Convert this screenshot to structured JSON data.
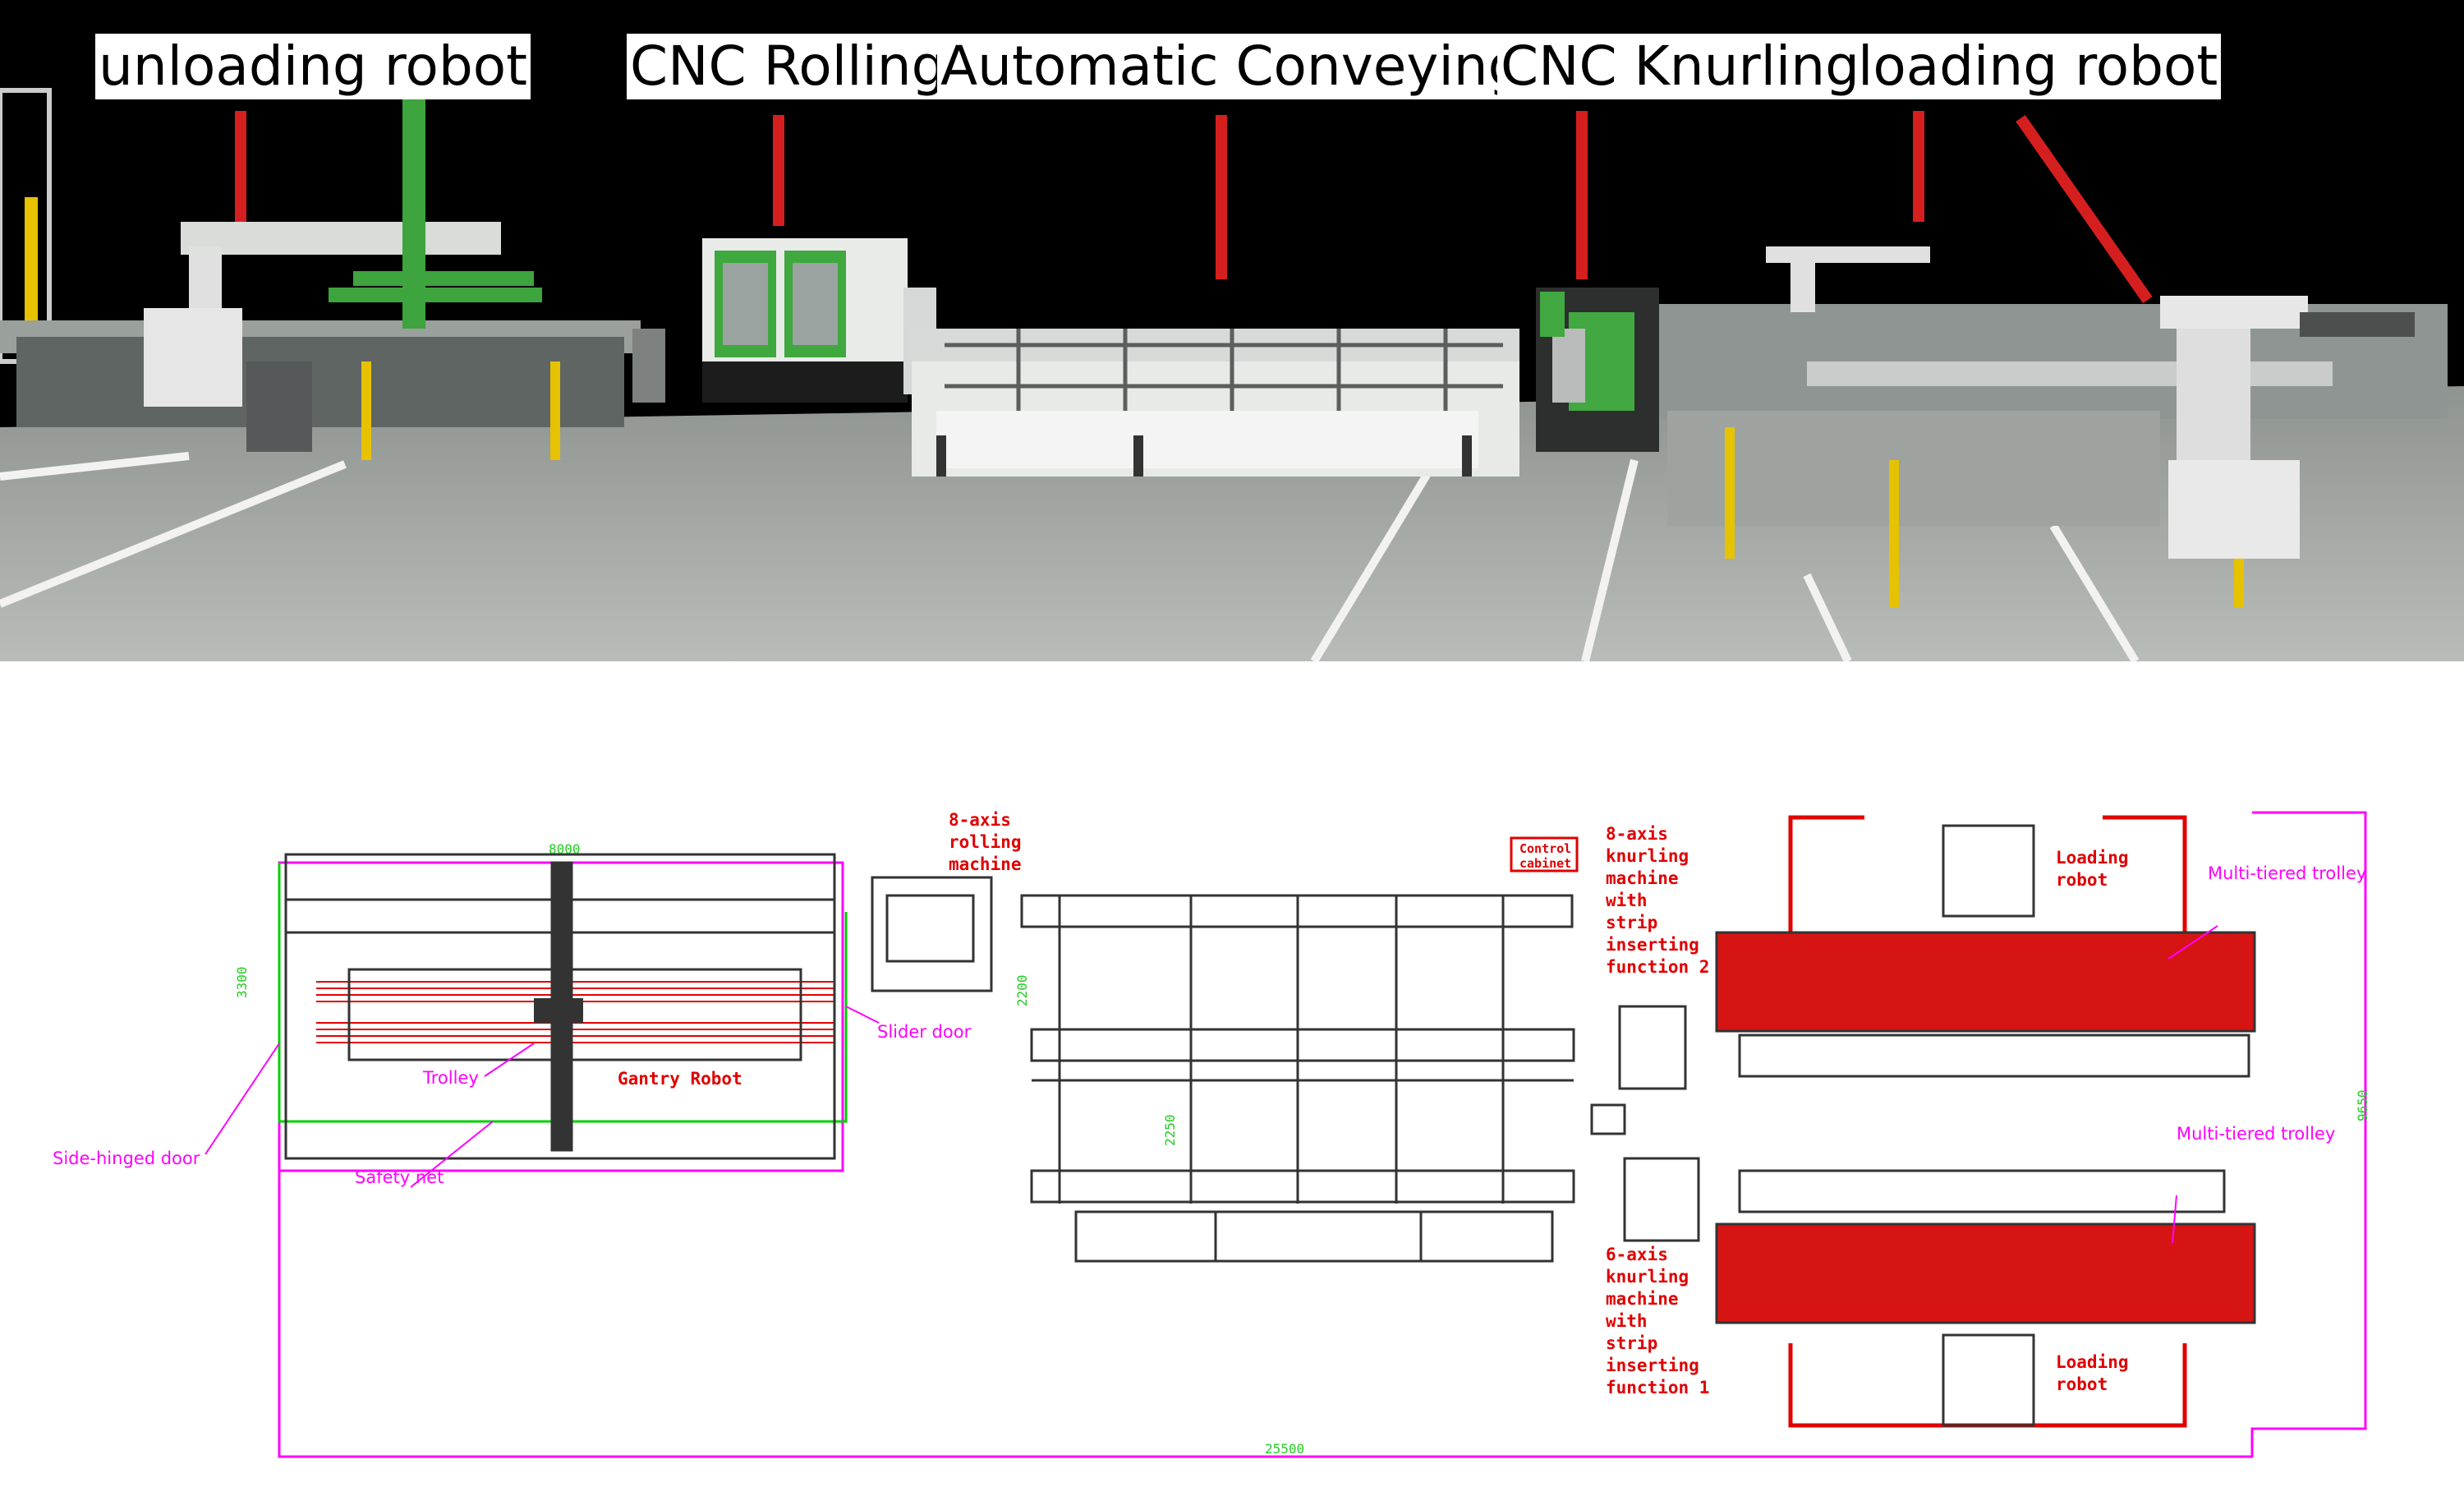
{
  "photo": {
    "labels": {
      "unloading": "unloading robot",
      "rolling": "CNC Rolling",
      "conveying": "Automatic Conveying",
      "knurling": "CNC Knurling",
      "loading": "loading robot"
    }
  },
  "plan": {
    "dims": {
      "d8000": "8000",
      "d3300": "3300",
      "d2200": "2200",
      "d2250": "2250",
      "d9650": "9650",
      "d25500": "25500"
    },
    "labels": {
      "rolling_machine": [
        "8-axis",
        "rolling",
        "machine"
      ],
      "control_cabinet": [
        "Control",
        "cabinet"
      ],
      "knurling_2": [
        "8-axis",
        "knurling",
        "machine",
        "with",
        "strip",
        "inserting",
        "function 2"
      ],
      "knurling_1": [
        "6-axis",
        "knurling",
        "machine",
        "with",
        "strip",
        "inserting",
        "function 1"
      ],
      "loading_robot_top": [
        "Loading",
        "robot"
      ],
      "loading_robot_bottom": [
        "Loading",
        "robot"
      ],
      "trolley_top": "Multi-tiered trolley",
      "trolley_bottom": "Multi-tiered trolley",
      "slider_door": "Slider door",
      "trolley": "Trolley",
      "gantry_robot": "Gantry Robot",
      "side_hinged_door": "Side-hinged door",
      "safety_net": "Safety net"
    },
    "colors": {
      "magenta": "#ff00ff",
      "red": "#e00000",
      "green": "#00d000",
      "dim_green": "#22cc22",
      "line": "#333333"
    }
  }
}
